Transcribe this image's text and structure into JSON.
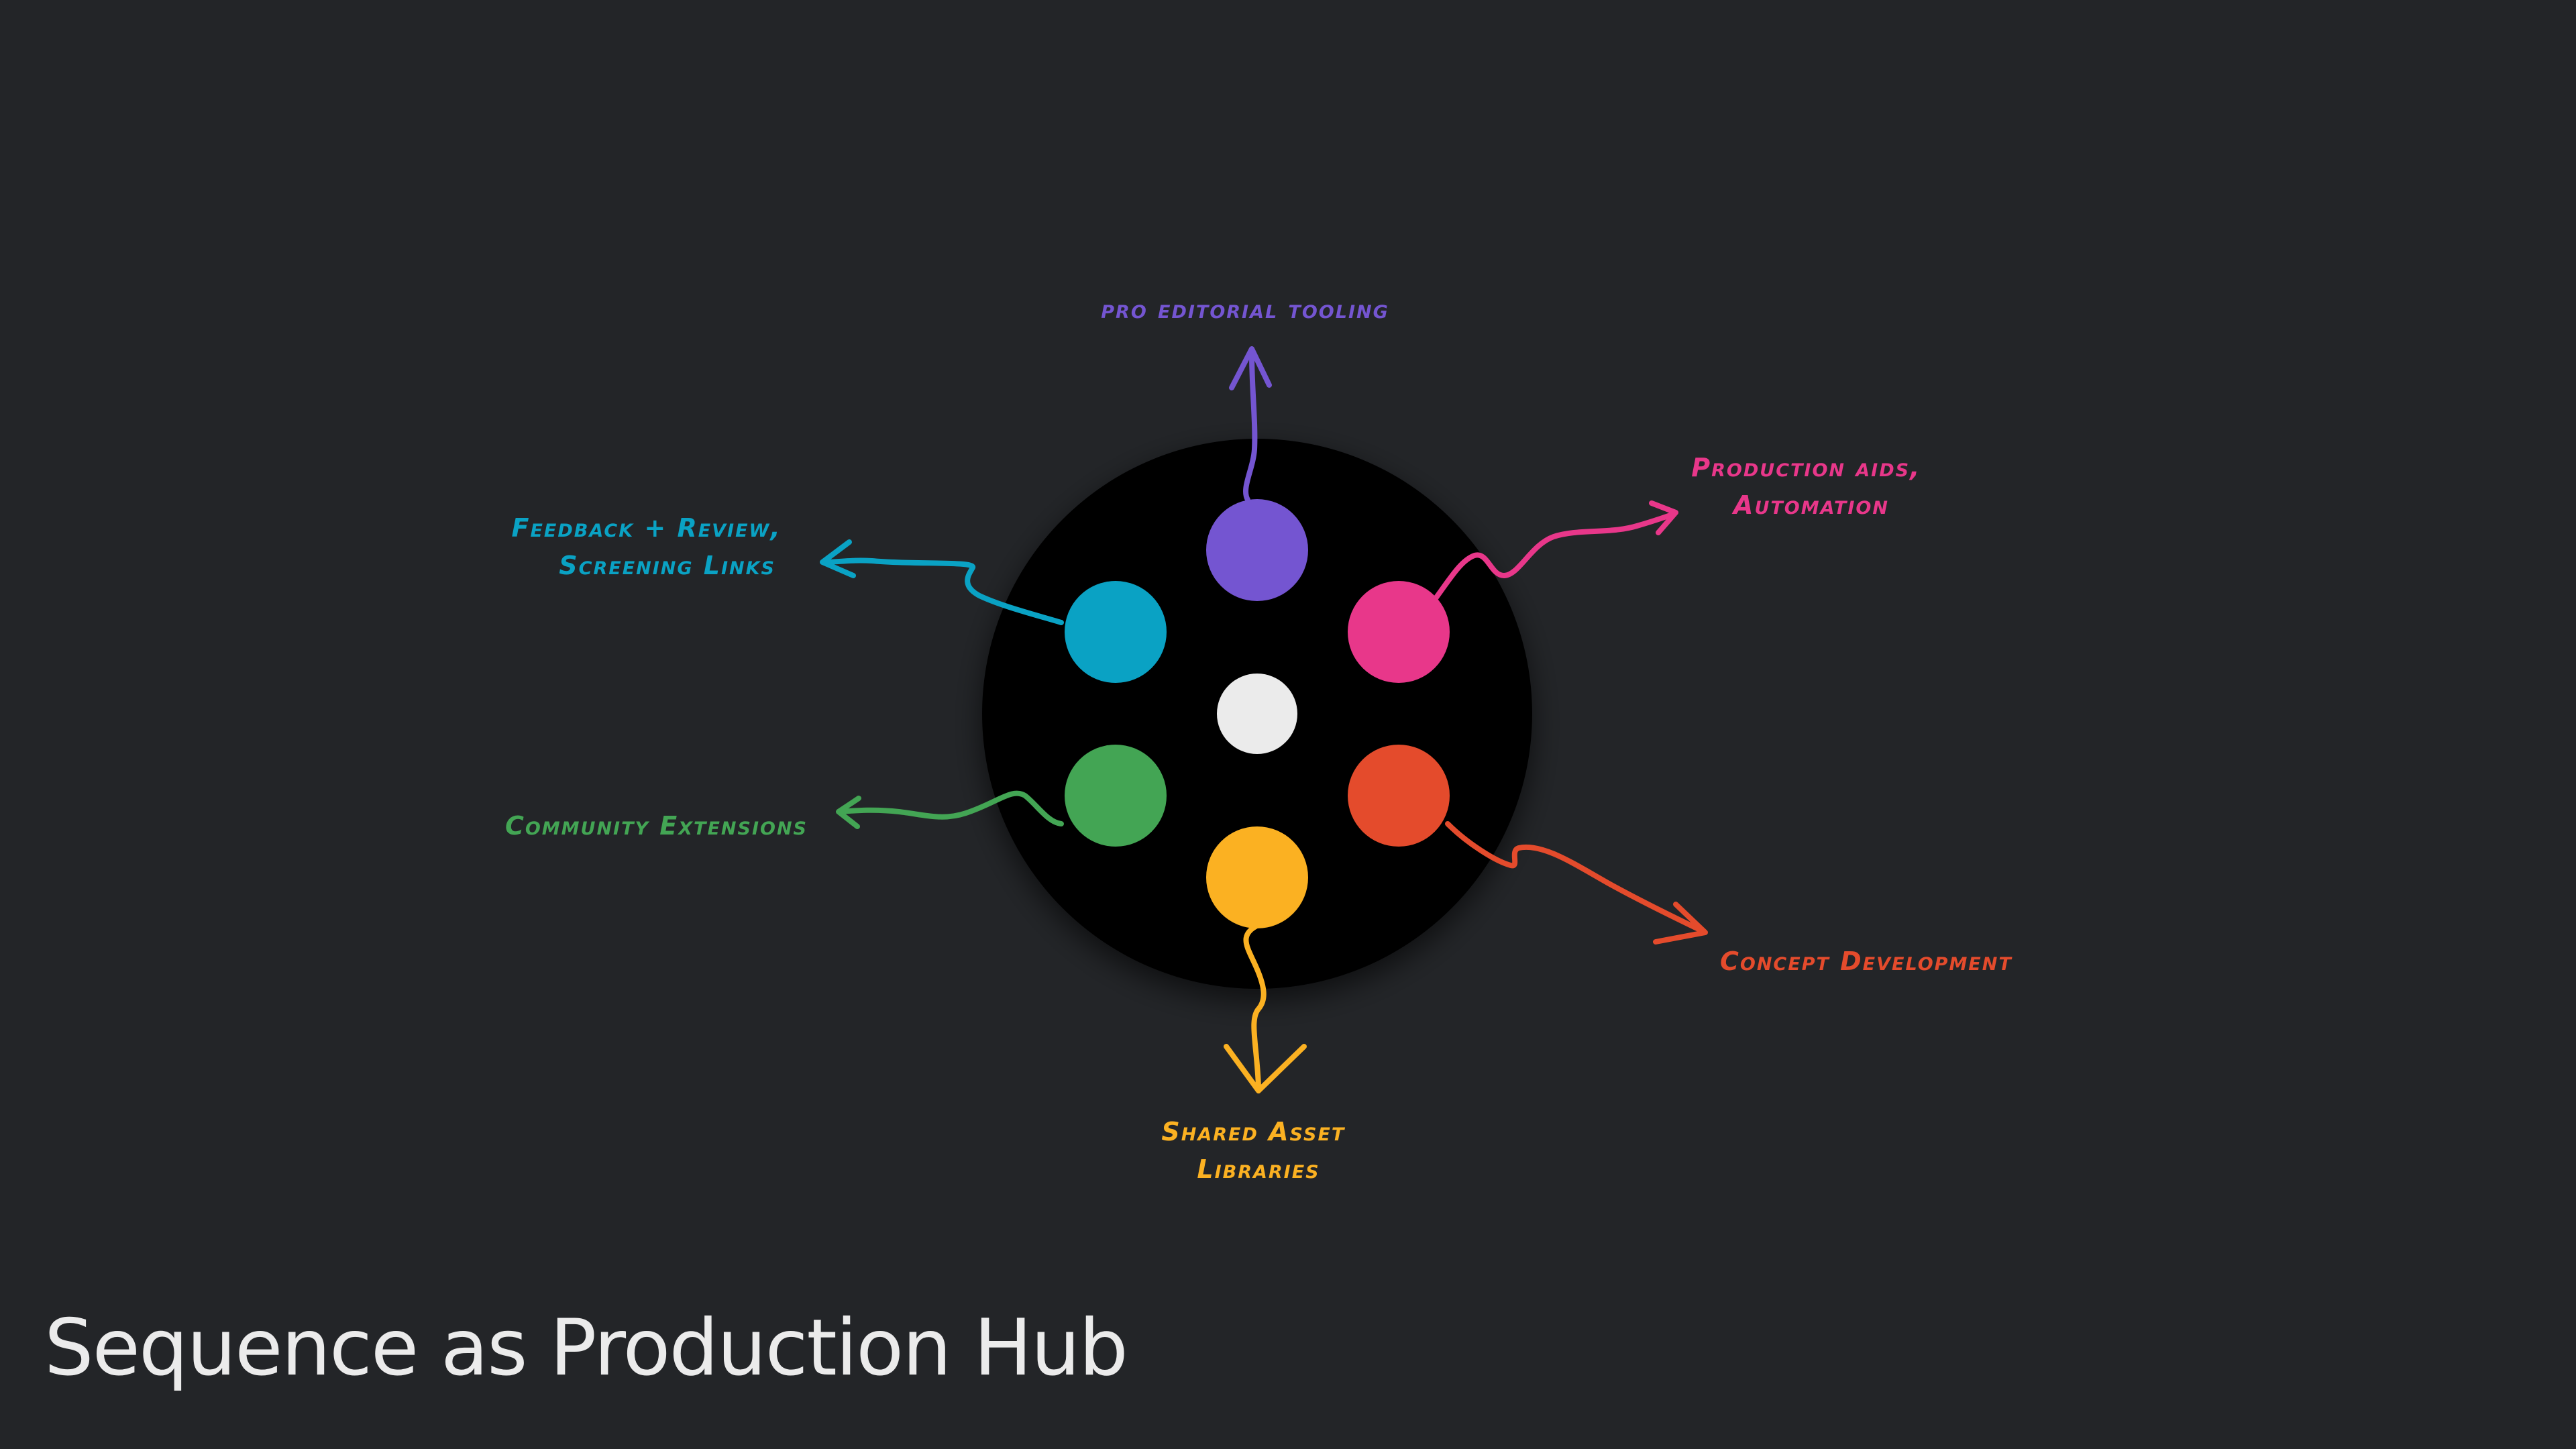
{
  "title": "Sequence as Production Hub",
  "colors": {
    "background": "#232528",
    "hub": "#000000",
    "center": "#ebebeb",
    "title": "#ebebeb"
  },
  "hub_nodes": [
    {
      "id": "purple",
      "color": "#7455d1",
      "label_lines": [
        "pro editorial tooling"
      ]
    },
    {
      "id": "pink",
      "color": "#e8378a",
      "label_lines": [
        "Production aids,",
        "Automation"
      ]
    },
    {
      "id": "orange",
      "color": "#e44b2c",
      "label_lines": [
        "Concept Development"
      ]
    },
    {
      "id": "yellow",
      "color": "#fbb122",
      "label_lines": [
        "Shared Asset",
        "Libraries"
      ]
    },
    {
      "id": "green",
      "color": "#43a554",
      "label_lines": [
        "Community Extensions"
      ]
    },
    {
      "id": "cyan",
      "color": "#0aa2c4",
      "label_lines": [
        "Feedback + Review,",
        "Screening Links"
      ]
    }
  ]
}
